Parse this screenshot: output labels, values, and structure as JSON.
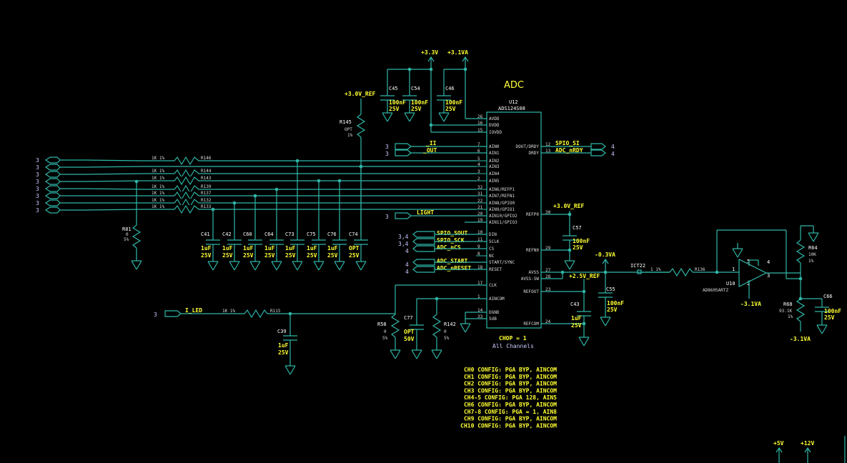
{
  "title": "ADC",
  "ic": {
    "ref": "U12",
    "part": "ADS124S08"
  },
  "ic_pins_left": [
    {
      "num": "26",
      "name": "AVDD"
    },
    {
      "num": "16",
      "name": "DVDD"
    },
    {
      "num": "15",
      "name": "IOVDD"
    },
    {
      "num": "7",
      "name": "AIN0"
    },
    {
      "num": "6",
      "name": "AIN1"
    },
    {
      "num": "5",
      "name": "AIN2"
    },
    {
      "num": "4",
      "name": "AIN3"
    },
    {
      "num": "3",
      "name": "AIN4"
    },
    {
      "num": "2",
      "name": "AIN5"
    },
    {
      "num": "32",
      "name": "AIN6/REFP1"
    },
    {
      "num": "31",
      "name": "AIN7/REFN1"
    },
    {
      "num": "22",
      "name": "AIN8/GPIO0"
    },
    {
      "num": "21",
      "name": "AIN9/GPIO1"
    },
    {
      "num": "20",
      "name": "AIN10/GPIO2"
    },
    {
      "num": "19",
      "name": "AIN11/GPIO3"
    },
    {
      "num": "10",
      "name": "DIN"
    },
    {
      "num": "11",
      "name": "SCLK"
    },
    {
      "num": "9",
      "name": "CS"
    },
    {
      "num": "8",
      "name": "NC"
    },
    {
      "num": "",
      "name": "START/SYNC"
    },
    {
      "num": "18",
      "name": "RESET"
    },
    {
      "num": "17",
      "name": "CLK"
    },
    {
      "num": "1",
      "name": "AINCOM"
    },
    {
      "num": "14",
      "name": "DGND"
    },
    {
      "num": "33",
      "name": "SUB"
    }
  ],
  "ic_pins_right": [
    {
      "num": "12",
      "name": "DOUT/DRDY"
    },
    {
      "num": "13",
      "name": "DRDY"
    },
    {
      "num": "30",
      "name": "REFP0"
    },
    {
      "num": "29",
      "name": "REFN0"
    },
    {
      "num": "27",
      "name": "AVSS"
    },
    {
      "num": "28",
      "name": "AVSS-SW"
    },
    {
      "num": "23",
      "name": "REFOUT"
    },
    {
      "num": "24",
      "name": "REFCOM"
    }
  ],
  "power": {
    "v33": "+3.3V",
    "v31a": "+3.1VA",
    "ref30a": "+3.0V_REF",
    "ref30b": "+3.0V_REF",
    "ref25": "+2.5V_REF",
    "neg03": "-0.3VA",
    "neg31a": "-3.1VA",
    "neg31b": "-3.1VA",
    "v5": "+5V",
    "v12": "+12V"
  },
  "caps_top": [
    {
      "ref": "C45",
      "val": "100nF",
      "v": "25V"
    },
    {
      "ref": "C54",
      "val": "100nF",
      "v": "25V"
    },
    {
      "ref": "C46",
      "val": "100nF",
      "v": "25V"
    }
  ],
  "caps_row": [
    {
      "ref": "C41",
      "val": "1uF",
      "v": "25V"
    },
    {
      "ref": "C42",
      "val": "1uF",
      "v": "25V"
    },
    {
      "ref": "C60",
      "val": "1uF",
      "v": "25V"
    },
    {
      "ref": "C64",
      "val": "1uF",
      "v": "25V"
    },
    {
      "ref": "C73",
      "val": "1uF",
      "v": "25V"
    },
    {
      "ref": "C75",
      "val": "1uF",
      "v": "25V"
    },
    {
      "ref": "C76",
      "val": "1uF",
      "v": "25V"
    },
    {
      "ref": "C74",
      "val": "OPT",
      "v": "25V"
    }
  ],
  "resistors_in": [
    {
      "val": "1K 1%",
      "ref": "R146"
    },
    {
      "val": "1K 1%",
      "ref": "R144"
    },
    {
      "val": "1K 1%",
      "ref": "R143"
    },
    {
      "val": "1K 1%",
      "ref": "R139"
    },
    {
      "val": "1K 1%",
      "ref": "R137"
    },
    {
      "val": "1K 1%",
      "ref": "R132"
    },
    {
      "val": "1K 1%",
      "ref": "R133"
    }
  ],
  "r145": {
    "ref": "R145",
    "val": "OPT",
    "tol": "1%"
  },
  "r81": {
    "ref": "R81",
    "val": "0",
    "tol": "5%"
  },
  "nets": {
    "ii": "_II",
    "out": "_OUT",
    "light": "LIGHT",
    "spio_sout": "SPIO_SOUT",
    "spio_sck": "SPIO_SCK",
    "adc_ncs": "ADC_nCS",
    "adc_start": "ADC_START",
    "adc_nreset": "ADC_nRESET",
    "spio_si": "SPIO_SI",
    "adc_nrdy": "ADC_nRDY",
    "i_led": "I_LED",
    "ict22": "ICT22"
  },
  "sheet_refs": {
    "s3": "3",
    "s4": "4",
    "s34": "3,4"
  },
  "caps_right": [
    {
      "ref": "C57",
      "val": "100nF",
      "v": "25V"
    },
    {
      "ref": "C43",
      "val": "1uF",
      "v": "25V"
    },
    {
      "ref": "C55",
      "val": "100nF",
      "v": "25V"
    },
    {
      "ref": "C66",
      "val": "100nF",
      "v": "25V"
    }
  ],
  "caps_bottom": [
    {
      "ref": "C39",
      "val": "1uF",
      "v": "25V"
    },
    {
      "ref": "C77",
      "val": "OPT",
      "v": "50V"
    }
  ],
  "r115": {
    "val": "1K 1%",
    "ref": "R115"
  },
  "r58": {
    "ref": "R58",
    "val": "0",
    "tol": "5%"
  },
  "r142": {
    "ref": "R142",
    "val": "0",
    "tol": "5%"
  },
  "r136": {
    "val": "1 1%",
    "ref": "R136"
  },
  "r64": {
    "ref": "R64",
    "val": "10K",
    "tol": "1%"
  },
  "r68": {
    "ref": "R68",
    "val": "93.1K",
    "tol": "1%"
  },
  "opamp": {
    "ref": "U10",
    "part": "AD8605ARTZ",
    "p1": "1",
    "p3": "3",
    "p4": "4",
    "p5": "5",
    "p2": "2"
  },
  "chop": {
    "l1": "CHOP = 1",
    "l2": "All Channels"
  },
  "config": [
    "CH0 CONFIG: PGA BYP, AINCOM",
    "CH1 CONFIG: PGA BYP, AINCOM",
    "CH2 CONFIG: PGA BYP, AINCOM",
    "CH3 CONFIG: PGA BYP, AINCOM",
    "CH4-5 CONFIG: PGA 128, AIN5",
    "CH6 CONFIG: PGA BYP, AINCOM",
    "CH7-8 CONFIG: PGA = 1, AIN8",
    "CH9 CONFIG: PGA BYP, AINCOM",
    "CH10 CONFIG: PGA BYP, AINCOM"
  ],
  "colors": {
    "wire": "#2fb7a8",
    "label": "#ffff33",
    "text": "#ffffff",
    "background": "#000000"
  }
}
